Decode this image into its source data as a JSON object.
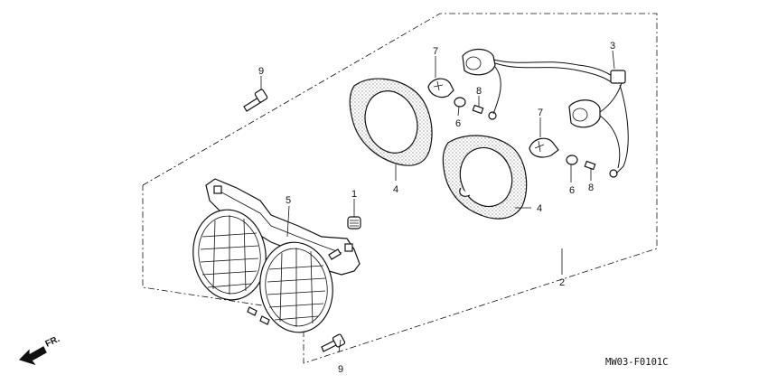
{
  "diagram": {
    "code": "MW03-F0101C",
    "direction_label": "FR.",
    "callouts": [
      {
        "id": "c1",
        "text": "1"
      },
      {
        "id": "c2",
        "text": "2"
      },
      {
        "id": "c3",
        "text": "3"
      },
      {
        "id": "c4a",
        "text": "4"
      },
      {
        "id": "c4b",
        "text": "4"
      },
      {
        "id": "c5",
        "text": "5"
      },
      {
        "id": "c6a",
        "text": "6"
      },
      {
        "id": "c6b",
        "text": "6"
      },
      {
        "id": "c7a",
        "text": "7"
      },
      {
        "id": "c7b",
        "text": "7"
      },
      {
        "id": "c8a",
        "text": "8"
      },
      {
        "id": "c8b",
        "text": "8"
      },
      {
        "id": "c9a",
        "text": "9"
      },
      {
        "id": "c9b",
        "text": "9"
      }
    ]
  }
}
